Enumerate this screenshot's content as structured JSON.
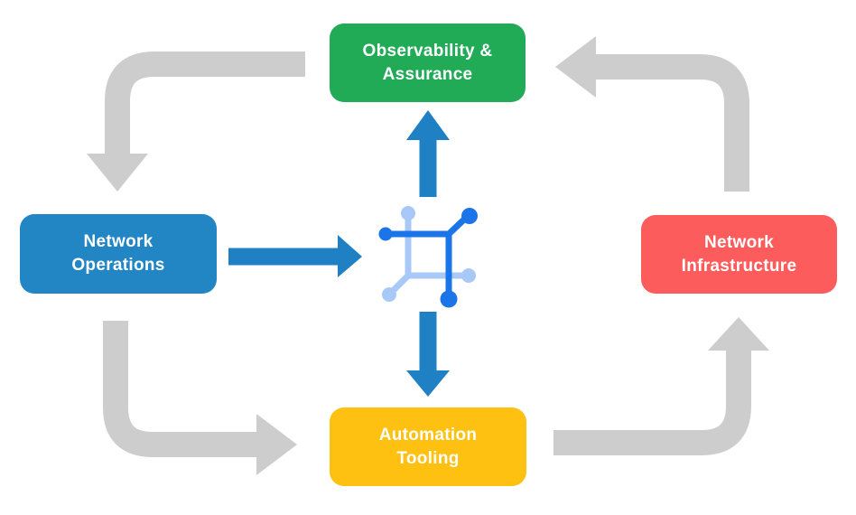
{
  "title": "Network automation lifecycle diagram",
  "colors": {
    "bg": "#ffffff",
    "text": "#ffffff",
    "green": "#22ab57",
    "blue": "#2285c4",
    "red": "#fc5c5c",
    "yellow": "#fec011",
    "gray": "#cdcdcd",
    "arrow-blue": "#1f80c3",
    "icon-dark": "#1b75e8",
    "icon-light": "#a8c8f8"
  },
  "nodes": {
    "observability": {
      "line1": "Observability &",
      "line2": "Assurance",
      "color": "#22ab57"
    },
    "operations": {
      "line1": "Network",
      "line2": "Operations",
      "color": "#2285c4"
    },
    "infrastructure": {
      "line1": "Network",
      "line2": "Infrastructure",
      "color": "#fc5c5c"
    },
    "automation": {
      "line1": "Automation",
      "line2": "Tooling",
      "color": "#fec011"
    }
  },
  "center_icon": "network-automation-icon",
  "arrows": [
    {
      "from": "observability",
      "to": "operations",
      "style": "gray-elbow",
      "direction": "left-then-down"
    },
    {
      "from": "infrastructure",
      "to": "observability",
      "style": "gray-elbow",
      "direction": "up-then-left"
    },
    {
      "from": "operations",
      "to": "automation",
      "style": "gray-elbow",
      "direction": "down-then-right"
    },
    {
      "from": "automation",
      "to": "infrastructure",
      "style": "gray-elbow",
      "direction": "right-then-up"
    },
    {
      "from": "operations",
      "to": "center-icon",
      "style": "blue-straight",
      "direction": "right"
    },
    {
      "from": "center-icon",
      "to": "observability",
      "style": "blue-straight",
      "direction": "up"
    },
    {
      "from": "center-icon",
      "to": "automation",
      "style": "blue-straight",
      "direction": "down"
    }
  ]
}
